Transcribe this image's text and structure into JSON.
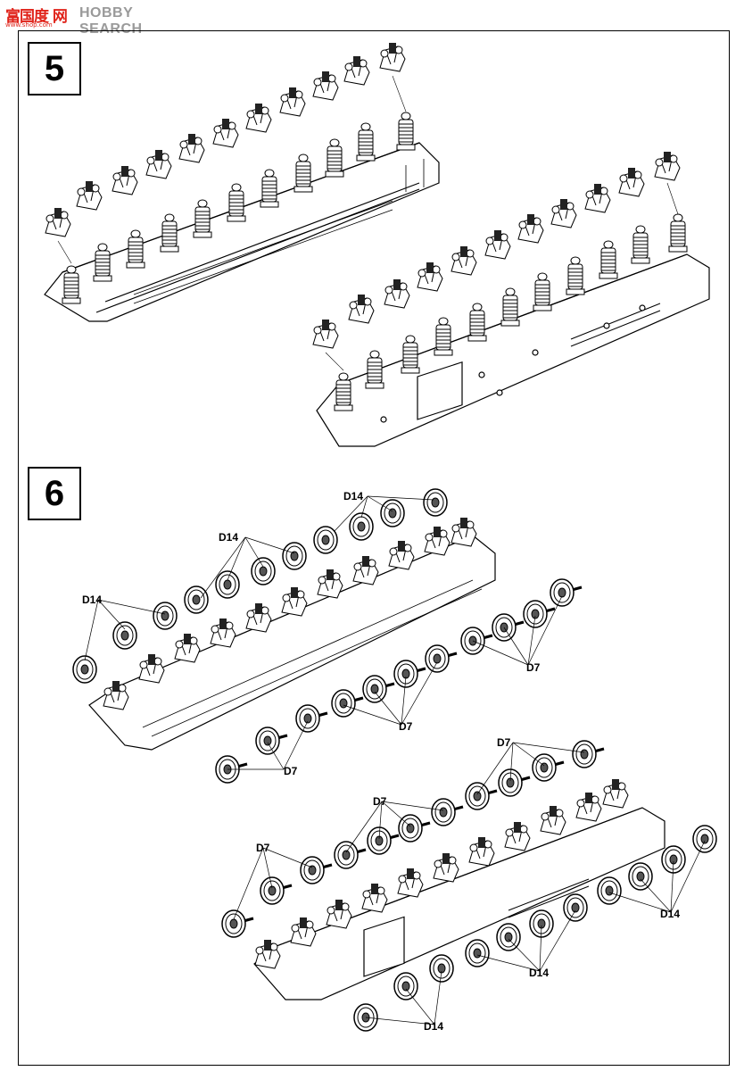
{
  "watermark": {
    "logo": "富国度 网",
    "brand": "HOBBY SEARCH",
    "url": "www.shop.com"
  },
  "steps": {
    "step5": "5",
    "step6": "6"
  },
  "callouts": {
    "d14": "D14",
    "d7": "D7"
  }
}
